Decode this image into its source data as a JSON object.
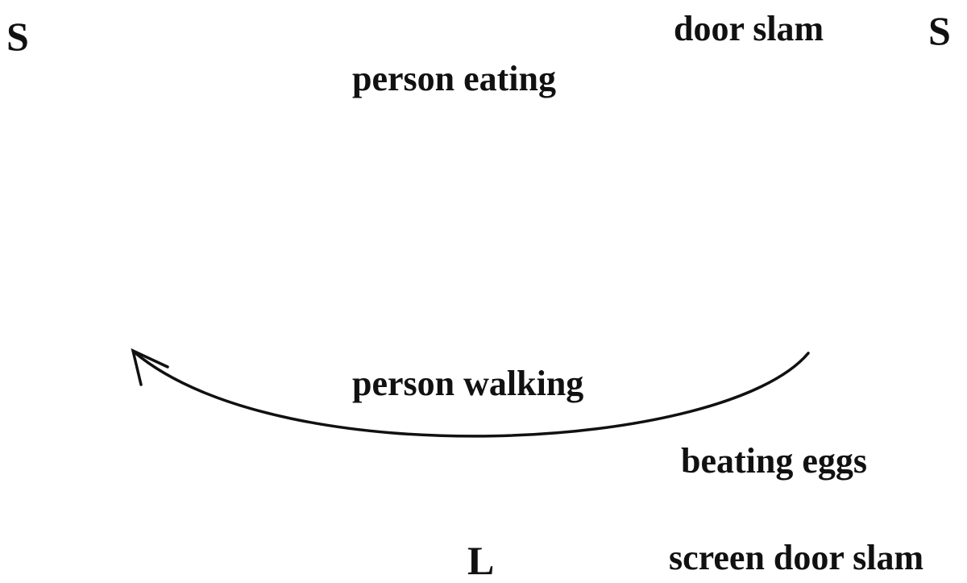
{
  "corners": {
    "top_left": "S",
    "top_right": "S",
    "bottom_center": "L"
  },
  "labels": {
    "door_slam": "door slam",
    "person_eating": "person eating",
    "person_walking": "person walking",
    "beating_eggs": "beating eggs",
    "screen_door_slam": "screen door slam"
  },
  "colors": {
    "text": "#111111",
    "arrow": "#111111",
    "background": "#ffffff"
  }
}
